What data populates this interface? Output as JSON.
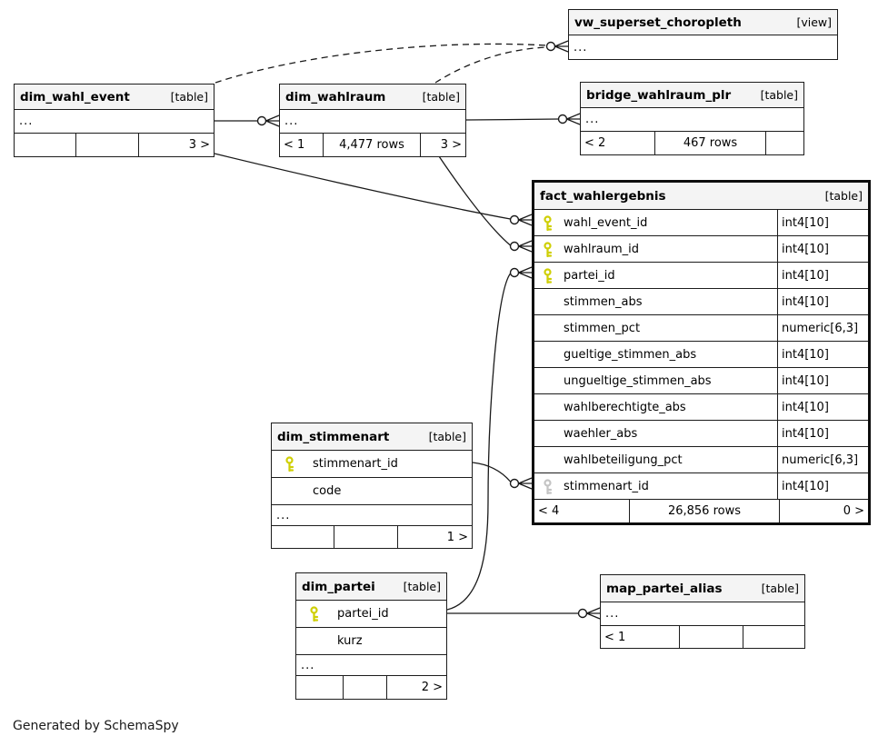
{
  "footer_note": "Generated by SchemaSpy",
  "colors": {
    "primary_key_icon": "#cfcf05",
    "foreign_key_icon": "#c4c4c4",
    "header_background": "#f4f4f4",
    "line": "#1a1a1a"
  },
  "tables": {
    "vw_superset_choropleth": {
      "title": "vw_superset_choropleth",
      "kind": "[view]",
      "elision": "..."
    },
    "dim_wahl_event": {
      "title": "dim_wahl_event",
      "kind": "[table]",
      "elision": "...",
      "footer": {
        "left": "",
        "center": "",
        "right": "3 >"
      }
    },
    "dim_wahlraum": {
      "title": "dim_wahlraum",
      "kind": "[table]",
      "elision": "...",
      "footer": {
        "left": "< 1",
        "center": "4,477 rows",
        "right": "3 >"
      }
    },
    "bridge_wahlraum_plr": {
      "title": "bridge_wahlraum_plr",
      "kind": "[table]",
      "elision": "...",
      "footer": {
        "left": "< 2",
        "center": "467 rows",
        "right": ""
      }
    },
    "fact_wahlergebnis": {
      "title": "fact_wahlergebnis",
      "kind": "[table]",
      "columns": [
        {
          "name": "wahl_event_id",
          "type": "int4[10]",
          "key": "pk"
        },
        {
          "name": "wahlraum_id",
          "type": "int4[10]",
          "key": "pk"
        },
        {
          "name": "partei_id",
          "type": "int4[10]",
          "key": "pk"
        },
        {
          "name": "stimmen_abs",
          "type": "int4[10]",
          "key": "none"
        },
        {
          "name": "stimmen_pct",
          "type": "numeric[6,3]",
          "key": "none"
        },
        {
          "name": "gueltige_stimmen_abs",
          "type": "int4[10]",
          "key": "none"
        },
        {
          "name": "ungueltige_stimmen_abs",
          "type": "int4[10]",
          "key": "none"
        },
        {
          "name": "wahlberechtigte_abs",
          "type": "int4[10]",
          "key": "none"
        },
        {
          "name": "waehler_abs",
          "type": "int4[10]",
          "key": "none"
        },
        {
          "name": "wahlbeteiligung_pct",
          "type": "numeric[6,3]",
          "key": "none"
        },
        {
          "name": "stimmenart_id",
          "type": "int4[10]",
          "key": "fk"
        }
      ],
      "footer": {
        "left": "< 4",
        "center": "26,856 rows",
        "right": "0 >"
      }
    },
    "dim_stimmenart": {
      "title": "dim_stimmenart",
      "kind": "[table]",
      "columns": [
        {
          "name": "stimmenart_id",
          "key": "pk"
        },
        {
          "name": "code",
          "key": "none"
        }
      ],
      "elision": "...",
      "footer": {
        "left": "",
        "center": "",
        "right": "1 >"
      }
    },
    "dim_partei": {
      "title": "dim_partei",
      "kind": "[table]",
      "columns": [
        {
          "name": "partei_id",
          "key": "pk"
        },
        {
          "name": "kurz",
          "key": "none"
        }
      ],
      "elision": "...",
      "footer": {
        "left": "",
        "center": "",
        "right": "2 >"
      }
    },
    "map_partei_alias": {
      "title": "map_partei_alias",
      "kind": "[table]",
      "elision": "...",
      "footer": {
        "left": "< 1",
        "center": "",
        "right": ""
      }
    }
  },
  "relationships": [
    {
      "parent": "dim_wahl_event",
      "child": "dim_wahlraum",
      "style": "solid"
    },
    {
      "parent": "dim_wahlraum",
      "child": "bridge_wahlraum_plr",
      "style": "solid"
    },
    {
      "parent": "dim_wahl_event",
      "child": "fact_wahlergebnis",
      "child_column": "wahl_event_id",
      "style": "solid"
    },
    {
      "parent": "dim_wahlraum",
      "child": "fact_wahlergebnis",
      "child_column": "wahlraum_id",
      "style": "solid"
    },
    {
      "parent": "dim_partei",
      "child": "fact_wahlergebnis",
      "child_column": "partei_id",
      "style": "solid"
    },
    {
      "parent": "dim_stimmenart",
      "child": "fact_wahlergebnis",
      "child_column": "stimmenart_id",
      "style": "solid"
    },
    {
      "parent": "dim_partei",
      "child": "map_partei_alias",
      "style": "solid"
    },
    {
      "parent": "dim_wahl_event",
      "child": "vw_superset_choropleth",
      "style": "dashed"
    },
    {
      "parent": "dim_wahlraum",
      "child": "vw_superset_choropleth",
      "style": "dashed"
    }
  ]
}
